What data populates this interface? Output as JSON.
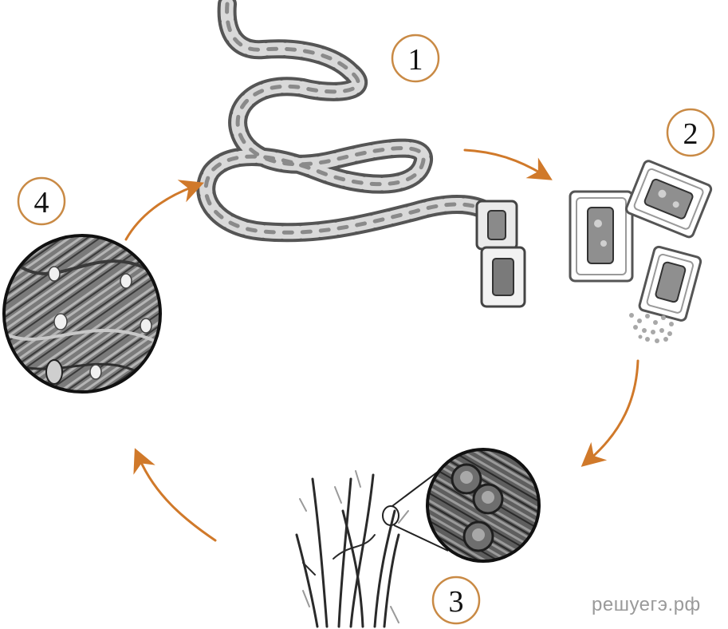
{
  "labels": {
    "stage1": "1",
    "stage2": "2",
    "stage3": "3",
    "stage4": "4"
  },
  "watermark": "решуегэ.рф",
  "colors": {
    "arrow": "#D0792A",
    "circle_stroke": "#C98A45",
    "ink": "#222222",
    "cell_gray": "#8a8a8a"
  },
  "icons": {
    "stage1": "filament-icon",
    "stage2": "akinete-cells-icon",
    "stage3": "grass-with-spores-icon",
    "stage4": "host-tissue-icon"
  }
}
